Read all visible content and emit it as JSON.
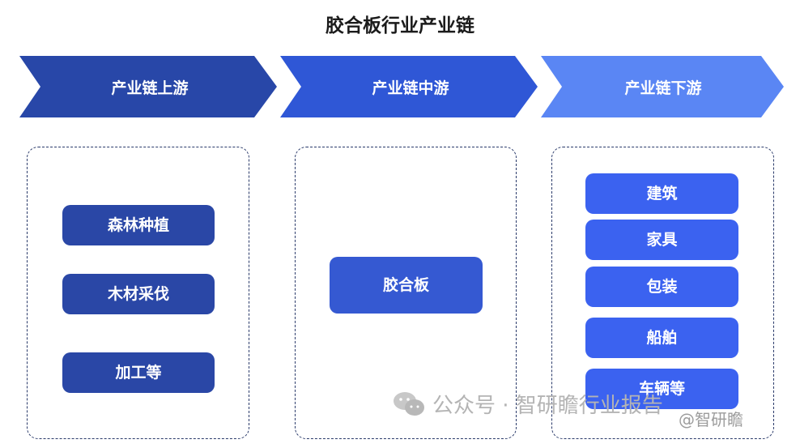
{
  "title": "胶合板行业产业链",
  "stages": [
    {
      "label": "产业链上游",
      "color": "#2847a8",
      "items": [
        "森林种植",
        "木材采伐",
        "加工等"
      ]
    },
    {
      "label": "产业链中游",
      "color": "#2f57d6",
      "items": [
        "胶合板"
      ]
    },
    {
      "label": "产业链下游",
      "color": "#5a86f4",
      "items": [
        "建筑",
        "家具",
        "包装",
        "船舶",
        "车辆等"
      ]
    }
  ],
  "watermark": {
    "text": "公众号 · 智研瞻行业报告",
    "handle": "@智研瞻",
    "icon": "wechat-icon"
  }
}
